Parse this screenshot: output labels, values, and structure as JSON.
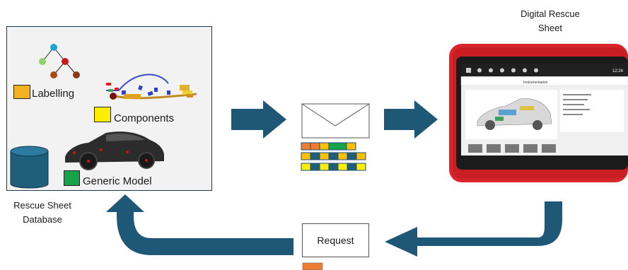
{
  "database": {
    "caption_line1": "Rescue Sheet",
    "caption_line2": "Database",
    "labels": {
      "labelling": "Labelling",
      "components": "Components",
      "generic_model": "Generic Model"
    },
    "colors": {
      "labelling": "#f5b220",
      "components": "#ffee00",
      "generic_model": "#17a34a",
      "cylinder": "#1f5f7c",
      "arrow": "#1f5777"
    }
  },
  "device": {
    "caption_line1": "Digital Rescue",
    "caption_line2": "Sheet",
    "frame_color": "#d8262c",
    "screen_title": "Instrumentation",
    "time": "12:24"
  },
  "request": {
    "label": "Request"
  },
  "icons": [
    "tree-icon",
    "wiring-icon",
    "car-icon",
    "database-cylinder-icon",
    "envelope-icon",
    "tablet-icon"
  ]
}
